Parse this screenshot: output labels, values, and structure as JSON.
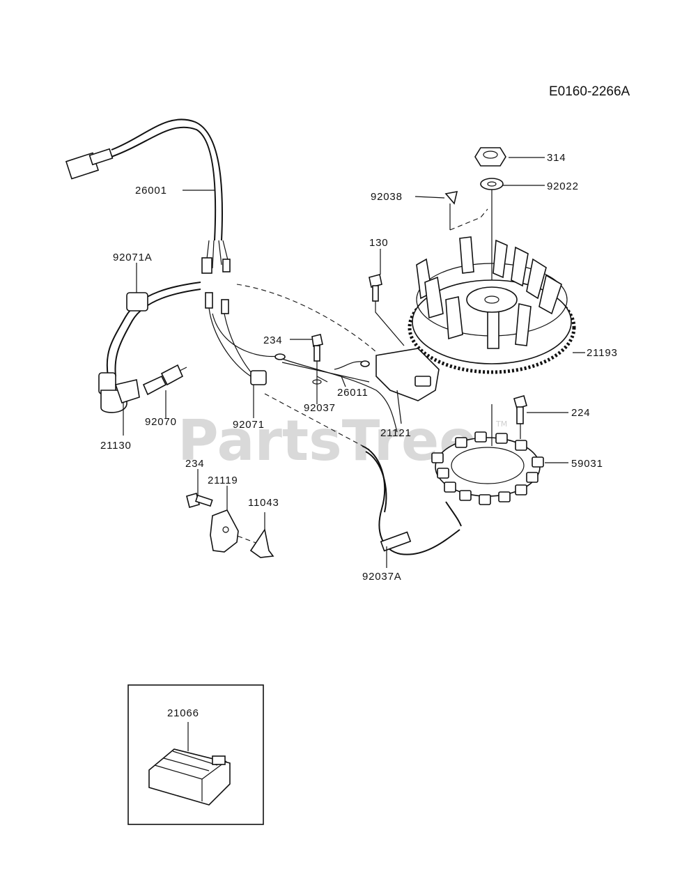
{
  "diagram_code": "E0160-2266A",
  "watermark": "PartsTree",
  "watermark_tm": "TM",
  "labels": {
    "p314": "314",
    "p92022": "92022",
    "p92038": "92038",
    "p26001": "26001",
    "p92071A": "92071A",
    "p130": "130",
    "p234a": "234",
    "p21193": "21193",
    "p26011": "26011",
    "p92037": "92037",
    "p21130": "21130",
    "p92070": "92070",
    "p92071": "92071",
    "p21121": "21121",
    "p224": "224",
    "p59031": "59031",
    "p234b": "234",
    "p21119": "21119",
    "p11043": "11043",
    "p92037A": "92037A",
    "p21066": "21066"
  }
}
